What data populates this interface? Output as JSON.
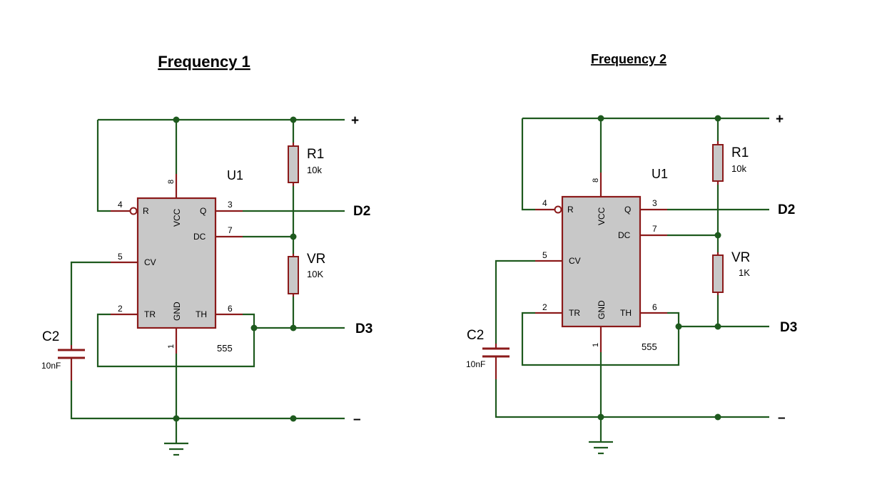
{
  "circuits": [
    {
      "title": "Frequency 1",
      "chip": {
        "ref": "U1",
        "type": "555",
        "pins": {
          "p8": "8",
          "p4": "4",
          "p3": "3",
          "p7": "7",
          "p5": "5",
          "p2": "2",
          "p6": "6",
          "p1": "1"
        },
        "pin_labels": {
          "r": "R",
          "vcc": "VCC",
          "q": "Q",
          "dc": "DC",
          "cv": "CV",
          "tr": "TR",
          "gnd": "GND",
          "th": "TH"
        }
      },
      "r1": {
        "ref": "R1",
        "value": "10k"
      },
      "vr": {
        "ref": "VR",
        "value": "10K"
      },
      "c2": {
        "ref": "C2",
        "value": "10nF"
      },
      "nets": {
        "plus": "+",
        "minus": "–",
        "d2": "D2",
        "d3": "D3"
      }
    },
    {
      "title": "Frequency 2",
      "chip": {
        "ref": "U1",
        "type": "555",
        "pins": {
          "p8": "8",
          "p4": "4",
          "p3": "3",
          "p7": "7",
          "p5": "5",
          "p2": "2",
          "p6": "6",
          "p1": "1"
        },
        "pin_labels": {
          "r": "R",
          "vcc": "VCC",
          "q": "Q",
          "dc": "DC",
          "cv": "CV",
          "tr": "TR",
          "gnd": "GND",
          "th": "TH"
        }
      },
      "r1": {
        "ref": "R1",
        "value": "10k"
      },
      "vr": {
        "ref": "VR",
        "value": "1K"
      },
      "c2": {
        "ref": "C2",
        "value": "10nF"
      },
      "nets": {
        "plus": "+",
        "minus": "–",
        "d2": "D2",
        "d3": "D3"
      }
    }
  ]
}
